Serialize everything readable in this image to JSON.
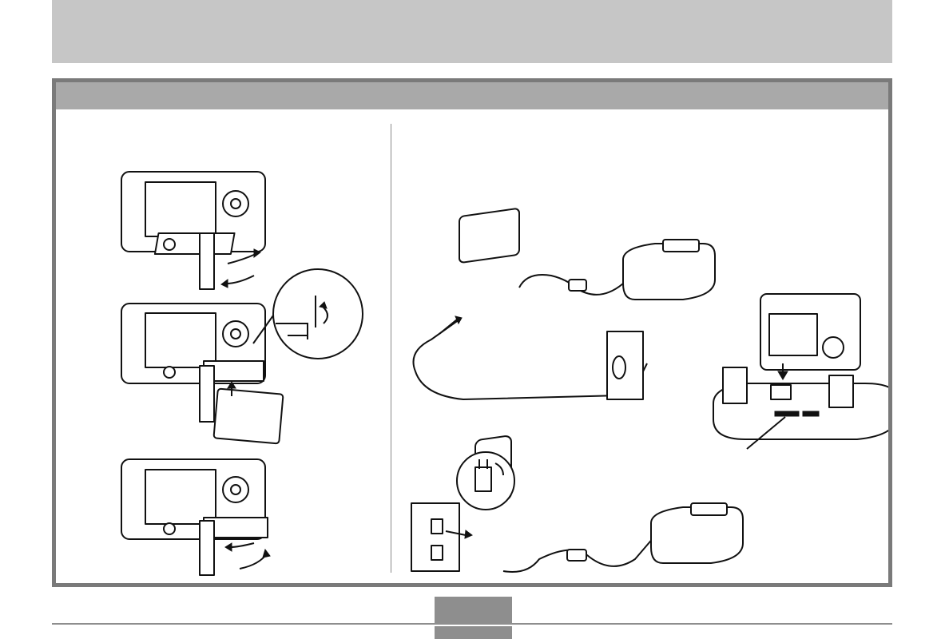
{
  "colors": {
    "header_band": "#c6c6c6",
    "frame_border": "#7a7a7a",
    "title_bar": "#a9a9a9",
    "page_box": "#8e8e8e"
  },
  "illustrations": {
    "left_steps": [
      "camera-open-battery-cover",
      "insert-battery",
      "close-battery-cover"
    ],
    "right": [
      "ac-adapter-to-cradle-with-cord",
      "camera-on-cradle",
      "ac-adapter-plug-to-cradle"
    ]
  }
}
